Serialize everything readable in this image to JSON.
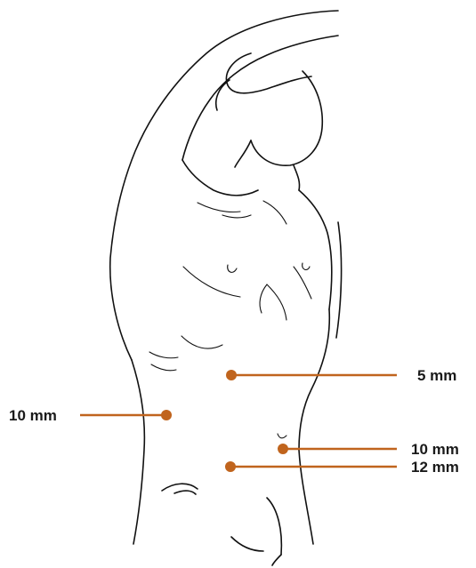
{
  "figure": {
    "accent_color": "#c0641d",
    "line_color": "#111111",
    "subject": "torso-outline-drawing",
    "ports": [
      {
        "id": "port-upper-right",
        "label": "5 mm"
      },
      {
        "id": "port-left-flank",
        "label": "10 mm"
      },
      {
        "id": "port-umbilical",
        "label": "10 mm"
      },
      {
        "id": "port-lower-right",
        "label": "12 mm"
      }
    ]
  }
}
